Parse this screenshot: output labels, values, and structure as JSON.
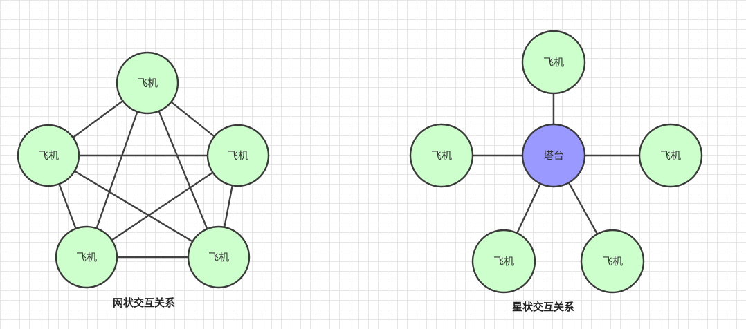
{
  "colors": {
    "plane_fill": "#ccffcc",
    "tower_fill": "#9999ff",
    "stroke": "#3a3a3a",
    "edge": "#404040"
  },
  "mesh": {
    "caption": "网状交互关系",
    "nodes": [
      {
        "id": "m1",
        "label": "飞机",
        "kind": "plane"
      },
      {
        "id": "m2",
        "label": "飞机",
        "kind": "plane"
      },
      {
        "id": "m3",
        "label": "飞机",
        "kind": "plane"
      },
      {
        "id": "m4",
        "label": "飞机",
        "kind": "plane"
      },
      {
        "id": "m5",
        "label": "飞机",
        "kind": "plane"
      }
    ],
    "edges": [
      [
        "m1",
        "m2"
      ],
      [
        "m1",
        "m3"
      ],
      [
        "m1",
        "m4"
      ],
      [
        "m1",
        "m5"
      ],
      [
        "m2",
        "m3"
      ],
      [
        "m2",
        "m4"
      ],
      [
        "m2",
        "m5"
      ],
      [
        "m3",
        "m4"
      ],
      [
        "m3",
        "m5"
      ],
      [
        "m4",
        "m5"
      ]
    ]
  },
  "star": {
    "caption": "星状交互关系",
    "nodes": [
      {
        "id": "tower",
        "label": "塔台",
        "kind": "tower"
      },
      {
        "id": "s1",
        "label": "飞机",
        "kind": "plane"
      },
      {
        "id": "s2",
        "label": "飞机",
        "kind": "plane"
      },
      {
        "id": "s3",
        "label": "飞机",
        "kind": "plane"
      },
      {
        "id": "s4",
        "label": "飞机",
        "kind": "plane"
      },
      {
        "id": "s5",
        "label": "飞机",
        "kind": "plane"
      }
    ],
    "edges": [
      [
        "tower",
        "s1"
      ],
      [
        "tower",
        "s2"
      ],
      [
        "tower",
        "s3"
      ],
      [
        "tower",
        "s4"
      ],
      [
        "tower",
        "s5"
      ]
    ]
  }
}
